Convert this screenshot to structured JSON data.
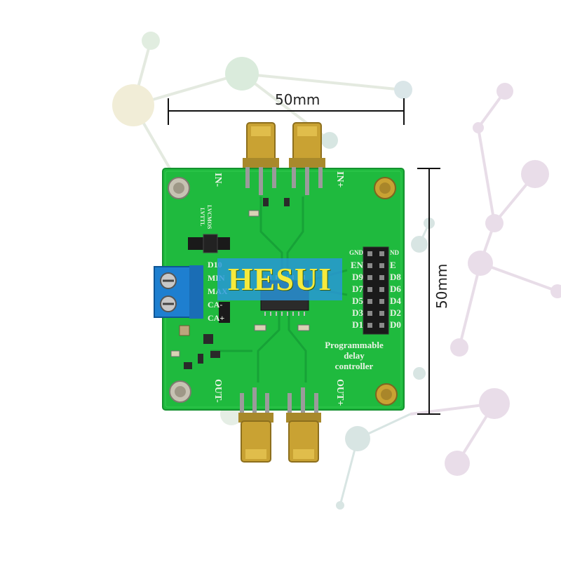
{
  "dimensions": {
    "width_label": "50mm",
    "height_label": "50mm"
  },
  "watermark": {
    "text": "HESUI",
    "color": "#f6ea3c",
    "background": "#2896dc"
  },
  "board": {
    "color": "#1fba3e",
    "connectors": {
      "in_minus": "IN-",
      "in_plus": "IN+",
      "out_minus": "OUT-",
      "out_plus": "OUT+"
    },
    "left_labels": [
      "D10",
      "MIN",
      "MAX",
      "CA-",
      "CA+"
    ],
    "jumper_labels": [
      "LVCMOS",
      "LVTTL"
    ],
    "header_left": [
      "GND",
      "EN",
      "D9",
      "D7",
      "D5",
      "D3",
      "D1"
    ],
    "header_right": [
      "ND",
      "E",
      "D8",
      "D6",
      "D4",
      "D2",
      "D0"
    ],
    "caption": [
      "Programmable",
      "delay",
      "controller"
    ]
  },
  "colors": {
    "gold": "#c9a233",
    "terminal_blue": "#1e7fd0",
    "dim_line": "#111111"
  }
}
